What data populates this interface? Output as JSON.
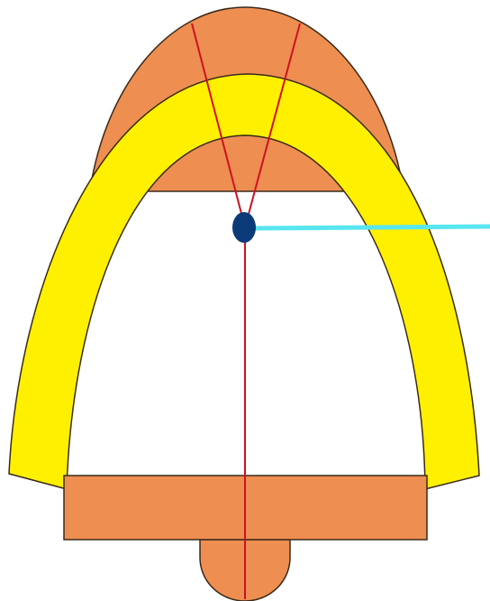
{
  "colors": {
    "background": "#ffffff",
    "outer_arch": "#ee8e51",
    "inner_arch": "#fff000",
    "base_bar": "#ee8e51",
    "knob": "#ee8e51",
    "outline": "#3a2a1a",
    "guide_lines": "#d01020",
    "pivot": "#0b3a78",
    "pointer": "#58e6f0"
  },
  "shapes": [
    "outer-arch",
    "inner-arch",
    "base-bar",
    "bottom-knob",
    "left-guide-line",
    "right-guide-line",
    "vertical-guide-line",
    "pivot-dot",
    "pointer-line"
  ]
}
